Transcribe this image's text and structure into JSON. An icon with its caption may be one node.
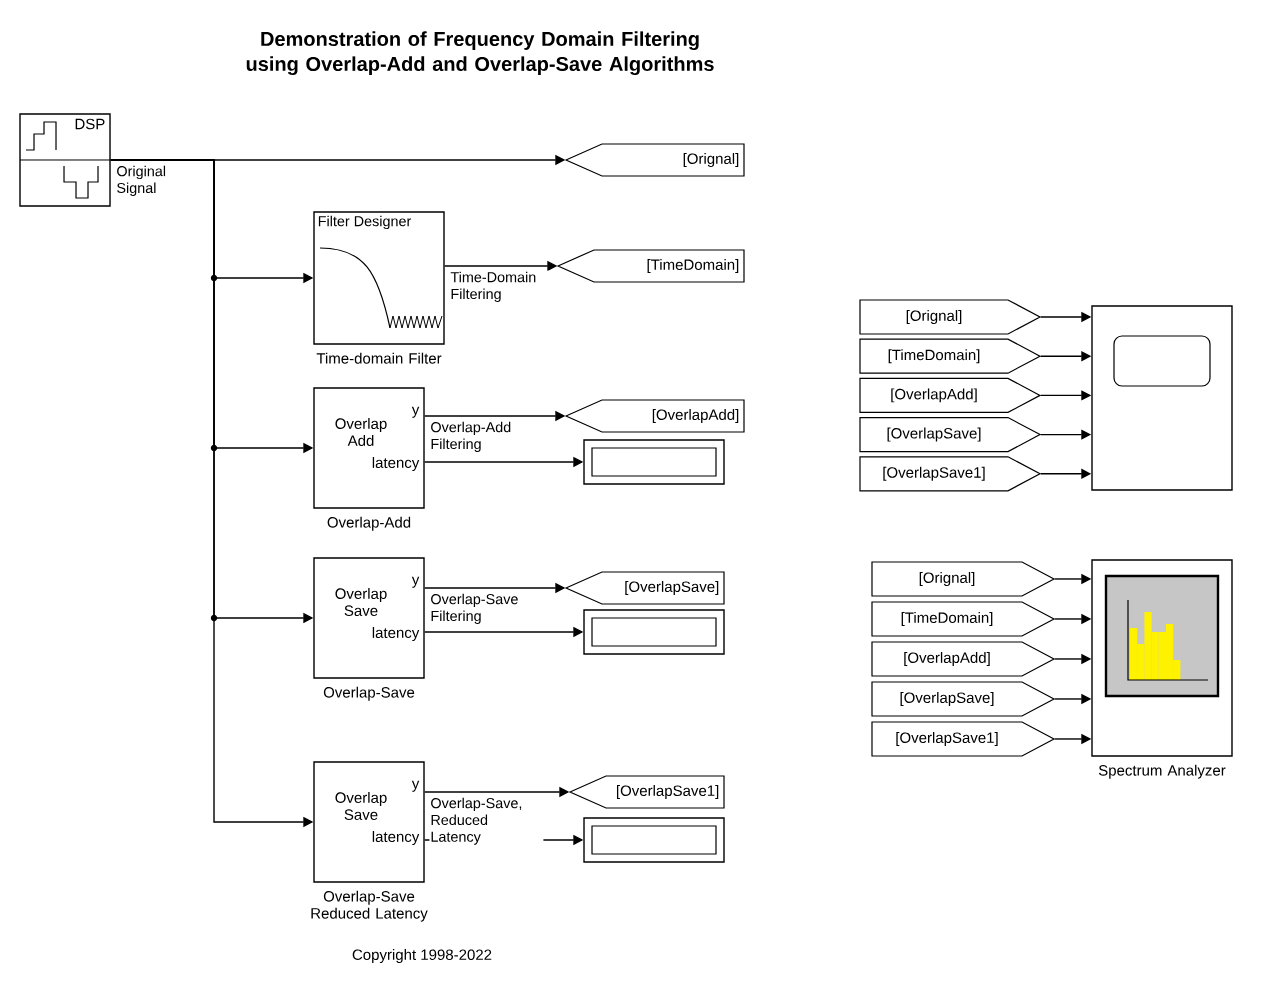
{
  "diagram": {
    "title": "Demonstration of Frequency Domain Filtering using Overlap-Add and Overlap-Save Algorithms",
    "nodes": [
      {
        "text": [
          "DSP"
        ]
      },
      {
        "text": [
          "[Orignal]"
        ]
      },
      {
        "text": [
          "Filter Designer"
        ],
        "beside": [
          "Time-domain Filter"
        ]
      },
      {
        "text": [
          "[TimeDomain]"
        ]
      },
      {
        "text": [
          "Overlap Add",
          "y",
          "latency"
        ],
        "beside": [
          "Overlap-Add"
        ]
      },
      {
        "text": [
          "[OverlapAdd]"
        ]
      },
      {
        "text": [],
        "shape": "box"
      },
      {
        "text": [
          "Overlap Save",
          "y",
          "latency"
        ],
        "beside": [
          "Overlap-Save"
        ]
      },
      {
        "text": [
          "[OverlapSave]"
        ]
      },
      {
        "text": [],
        "shape": "box"
      },
      {
        "text": [
          "Overlap Save",
          "y",
          "latency"
        ],
        "beside": [
          "Overlap-Save Reduced Latency"
        ]
      },
      {
        "text": [
          "[OverlapSave1]"
        ]
      },
      {
        "text": [],
        "shape": "box"
      },
      {
        "text": [
          "[Orignal]"
        ]
      },
      {
        "text": [
          "[TimeDomain]"
        ]
      },
      {
        "text": [
          "[OverlapAdd]"
        ]
      },
      {
        "text": [
          "[OverlapSave]"
        ]
      },
      {
        "text": [
          "[OverlapSave1]"
        ]
      },
      {
        "text": [],
        "shape": "box"
      },
      {
        "text": [
          "[Orignal]"
        ]
      },
      {
        "text": [
          "[TimeDomain]"
        ]
      },
      {
        "text": [
          "[OverlapAdd]"
        ]
      },
      {
        "text": [
          "[OverlapSave]"
        ]
      },
      {
        "text": [
          "[OverlapSave1]"
        ]
      },
      {
        "text": [],
        "shape": "box",
        "beside": [
          "Spectrum Analyzer"
        ]
      }
    ],
    "edges": [
      {
        "from": 0,
        "to": 1,
        "arrow": "to",
        "label": "Original Signal"
      },
      {
        "from": 0,
        "to": 2,
        "arrow": "to"
      },
      {
        "from": 0,
        "to": 4,
        "arrow": "to"
      },
      {
        "from": 0,
        "to": 7,
        "arrow": "to"
      },
      {
        "from": 0,
        "to": 10,
        "arrow": "to"
      },
      {
        "from": 2,
        "to": 3,
        "arrow": "to",
        "label": "Time-Domain Filtering"
      },
      {
        "from": 4,
        "to": 5,
        "arrow": "to",
        "label": "Overlap-Add Filtering"
      },
      {
        "from": 4,
        "to": 6,
        "arrow": "to"
      },
      {
        "from": 7,
        "to": 8,
        "arrow": "to",
        "label": "Overlap-Save Filtering"
      },
      {
        "from": 7,
        "to": 9,
        "arrow": "to"
      },
      {
        "from": 10,
        "to": 11,
        "arrow": "to",
        "label": "Overlap-Save, Reduced Latency"
      },
      {
        "from": 10,
        "to": 12,
        "arrow": "to"
      },
      {
        "from": 13,
        "to": 18,
        "arrow": "to"
      },
      {
        "from": 14,
        "to": 18,
        "arrow": "to"
      },
      {
        "from": 15,
        "to": 18,
        "arrow": "to"
      },
      {
        "from": 16,
        "to": 18,
        "arrow": "to"
      },
      {
        "from": 17,
        "to": 18,
        "arrow": "to"
      },
      {
        "from": 19,
        "to": 24,
        "arrow": "to"
      },
      {
        "from": 20,
        "to": 24,
        "arrow": "to"
      },
      {
        "from": 21,
        "to": 24,
        "arrow": "to"
      },
      {
        "from": 22,
        "to": 24,
        "arrow": "to"
      },
      {
        "from": 23,
        "to": 24,
        "arrow": "to"
      }
    ],
    "labels": [
      "Copyright 1998-2022"
    ]
  }
}
